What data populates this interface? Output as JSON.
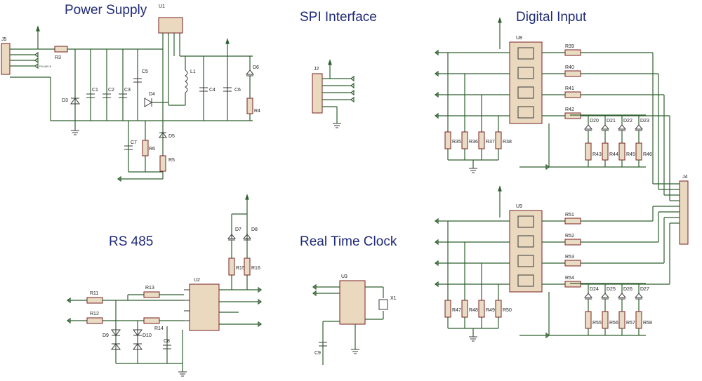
{
  "sections": {
    "power_supply": "Power Supply",
    "spi_interface": "SPI Interface",
    "digital_input": "Digital Input",
    "rs485": "RS 485",
    "rtc": "Real Time Clock"
  },
  "power": {
    "j5": "J5",
    "u1": "U1",
    "r3": "R3",
    "d3": "D3",
    "c1": "C1",
    "c2": "C2",
    "c3": "C3",
    "c5": "C5",
    "d4": "D4",
    "l1": "L1",
    "c4": "C4",
    "c6": "C6",
    "d6": "D6",
    "r4": "R4",
    "c7": "C7",
    "r6": "R6",
    "d5": "D5",
    "r5": "R5"
  },
  "spi": {
    "j2": "J2"
  },
  "digital": {
    "u8": "U8",
    "u9": "U9",
    "j4": "J4",
    "top_r": [
      "R39",
      "R40",
      "R41",
      "R42"
    ],
    "top_d": [
      "D20",
      "D21",
      "D22",
      "D23"
    ],
    "top_pull": [
      "R35",
      "R36",
      "R37",
      "R38"
    ],
    "top_load": [
      "R43",
      "R44",
      "R45",
      "R46"
    ],
    "bot_r": [
      "R51",
      "R52",
      "R53",
      "R54"
    ],
    "bot_d": [
      "D24",
      "D25",
      "D26",
      "D27"
    ],
    "bot_pull": [
      "R47",
      "R48",
      "R49",
      "R50"
    ],
    "bot_load": [
      "R55",
      "R56",
      "R57",
      "R58"
    ]
  },
  "rs485": {
    "r11": "R11",
    "r12": "R12",
    "r13": "R13",
    "r14": "R14",
    "d9": "D9",
    "d10": "D10",
    "c8": "C8",
    "u2": "U2",
    "d7": "D7",
    "d8": "D8",
    "r15": "R15",
    "r16": "R16"
  },
  "rtc": {
    "u3": "U3",
    "x1": "X1",
    "c9": "C9"
  }
}
